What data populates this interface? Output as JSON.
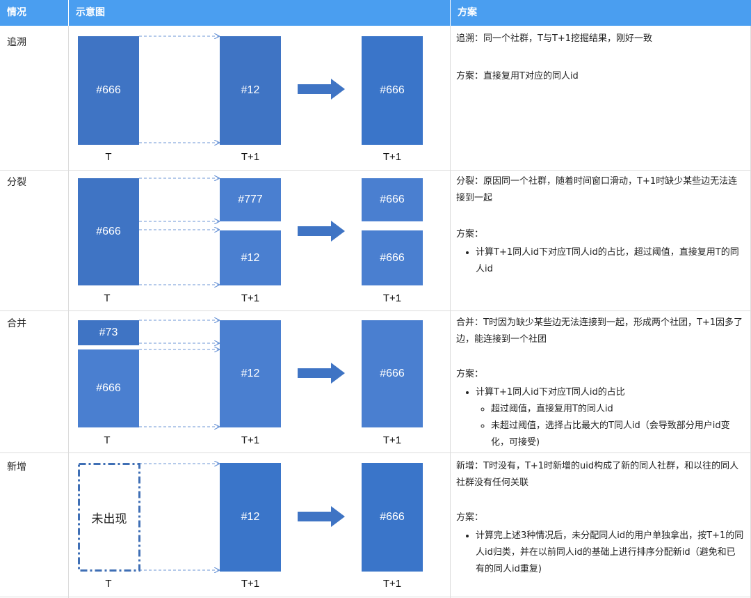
{
  "header": {
    "col1": "情况",
    "col2": "示意图",
    "col3": "方案"
  },
  "rows": [
    {
      "label": "追溯",
      "boxes": [
        "#666",
        "#12",
        "#666"
      ],
      "t_labels": [
        "T",
        "T+1",
        "T+1"
      ],
      "scheme": {
        "desc": "追溯：同一个社群，T与T+1挖掘结果，刚好一致",
        "plan": "方案：直接复用T对应的同人id"
      }
    },
    {
      "label": "分裂",
      "boxes": [
        "#666",
        "#777",
        "#12",
        "#666",
        "#666"
      ],
      "t_labels": [
        "T",
        "T+1",
        "T+1"
      ],
      "scheme": {
        "desc": "分裂：原因同一个社群，随着时间窗口滑动，T+1时缺少某些边无法连接到一起",
        "plan_title": "方案：",
        "bullets": [
          "计算T+1同人id下对应T同人id的占比，超过阈值，直接复用T的同人id"
        ]
      }
    },
    {
      "label": "合并",
      "boxes": [
        "#73",
        "#666",
        "#12",
        "#666"
      ],
      "t_labels": [
        "T",
        "T+1",
        "T+1"
      ],
      "scheme": {
        "desc": "合并：T时因为缺少某些边无法连接到一起，形成两个社团，T+1因多了边，能连接到一个社团",
        "plan_title": "方案：",
        "bullet": "计算T+1同人id下对应T同人id的占比",
        "sub_bullets": [
          "超过阈值，直接复用T的同人id",
          "未超过阈值，选择占比最大的T同人id（会导致部分用户id变化，可接受)"
        ]
      }
    },
    {
      "label": "新增",
      "boxes": [
        "未出现",
        "#12",
        "#666"
      ],
      "t_labels": [
        "T",
        "T+1",
        "T+1"
      ],
      "scheme": {
        "desc": "新增：T时没有，T+1时新增的uid构成了新的同人社群，和以往的同人社群没有任何关联",
        "plan_title": "方案：",
        "bullets": [
          "计算完上述3种情况后，未分配同人id的用户单独拿出，按T+1的同人id归类，并在以前同人id的基础上进行排序分配新id（避免和已有的同人id重复)"
        ]
      }
    }
  ]
}
